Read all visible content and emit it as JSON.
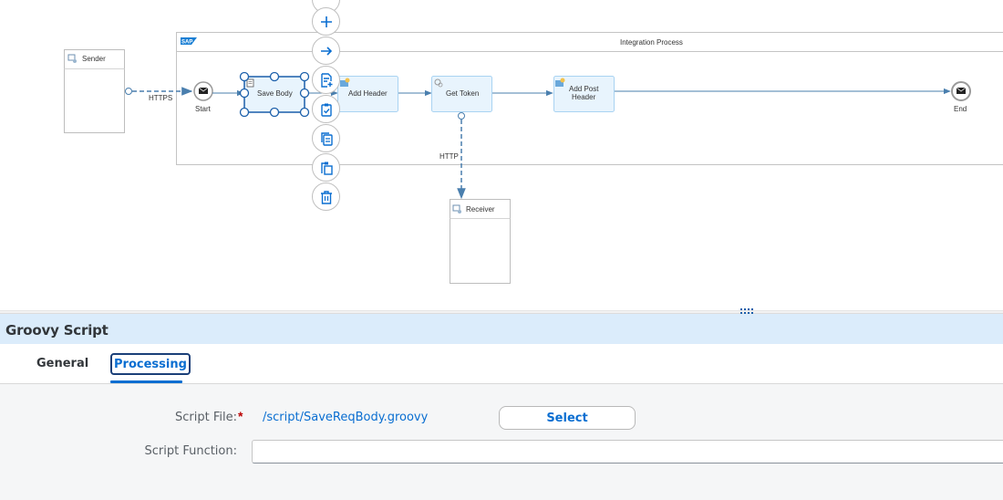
{
  "diagram": {
    "sender": {
      "label": "Sender",
      "icon": "system-icon"
    },
    "receiver": {
      "label": "Receiver",
      "icon": "system-icon"
    },
    "process": {
      "title": "Integration Process",
      "logo": "SAP"
    },
    "start_event": {
      "label": "Start",
      "icon": "envelope-icon"
    },
    "end_event": {
      "label": "End",
      "icon": "envelope-icon"
    },
    "steps": [
      {
        "label": "Save Body",
        "icon": "script-icon",
        "selected": true
      },
      {
        "label": "Add Header",
        "icon": "content-modifier-icon",
        "selected": false
      },
      {
        "label": "Get Token",
        "icon": "gear-icon",
        "selected": false
      },
      {
        "label_line1": "Add Post",
        "label_line2": "Header",
        "icon": "content-modifier-icon",
        "selected": false
      }
    ],
    "connections": {
      "sender_to_start": "HTTPS",
      "token_to_receiver": "HTTP"
    },
    "context_toolbar": [
      {
        "name": "more-icon"
      },
      {
        "name": "add-icon"
      },
      {
        "name": "connect-arrow-icon"
      },
      {
        "name": "add-step-icon"
      },
      {
        "name": "clipboard-check-icon"
      },
      {
        "name": "copy-icon"
      },
      {
        "name": "paste-icon"
      },
      {
        "name": "delete-icon"
      }
    ]
  },
  "properties": {
    "title": "Groovy Script",
    "tabs": [
      {
        "label": "General",
        "active": false
      },
      {
        "label": "Processing",
        "active": true
      }
    ],
    "fields": {
      "script_file_label": "Script File:",
      "script_file_required": "*",
      "script_file_value": "/script/SaveReqBody.groovy",
      "select_button": "Select",
      "script_function_label": "Script Function:",
      "script_function_value": ""
    }
  },
  "colors": {
    "accent": "#0a6ed1",
    "step_fill": "#e8f4fd",
    "step_border": "#a9d3f2",
    "selection": "#1b5faa",
    "header_bg": "#dbecfb",
    "required": "#bb0000"
  }
}
